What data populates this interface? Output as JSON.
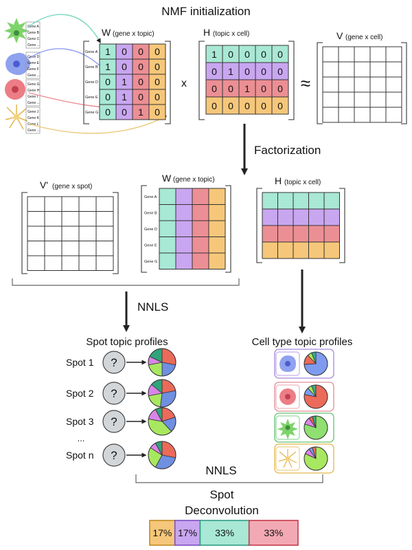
{
  "title": "NMF initialization",
  "colors": {
    "topic1": "#a8e8d4",
    "topic2": "#c9a6f0",
    "topic3": "#ec8f94",
    "topic4": "#f6c77a",
    "frame": "#555555",
    "arrow": "#222222",
    "node": "#d3d6d9",
    "cell_green": "#8fd07a",
    "cell_blue": "#6f7fe0",
    "cell_pink": "#ec8080",
    "cell_yellow": "#f0c860"
  },
  "top_cells": {
    "icons": [
      "green-spiky-cell-icon",
      "blue-round-cell-icon",
      "pink-round-cell-icon",
      "yellow-neuron-cell-icon"
    ],
    "gene_groups": [
      [
        "Gene A",
        "Gene B",
        "Gene C",
        "Gene ..."
      ],
      [
        "Gene D",
        "Gene E",
        "Gene F",
        "Gene ..."
      ],
      [
        "Gene G",
        "Gene H",
        "Gene I",
        "Gene ..."
      ],
      [
        "Gene J",
        "Gene K",
        "Gene L",
        "Gene ..."
      ]
    ],
    "gene_colors": [
      "#3aaa8a",
      "#3f57c9",
      "#d84a5a",
      "#d8a43a"
    ]
  },
  "w_init": {
    "label": "W",
    "sublabel": "(gene x topic)",
    "row_labels": [
      "Gene A",
      "Gene B",
      "Gene D",
      "Gene E",
      "Gene G"
    ],
    "row_label_colors": [
      "#3aaa8a",
      "#3aaa8a",
      "#3f57c9",
      "#3f57c9",
      "#d84a5a"
    ],
    "values": [
      [
        "1",
        "0",
        "0",
        "0"
      ],
      [
        "1",
        "0",
        "0",
        "0"
      ],
      [
        "0",
        "1",
        "0",
        "0"
      ],
      [
        "0",
        "1",
        "0",
        "0"
      ],
      [
        "0",
        "0",
        "1",
        "0"
      ]
    ]
  },
  "times_sign": "x",
  "h_init": {
    "label": "H",
    "sublabel": "(topic x cell)",
    "values": [
      [
        "1",
        "0",
        "0",
        "0",
        "0"
      ],
      [
        "0",
        "1",
        "0",
        "0",
        "0"
      ],
      [
        "0",
        "0",
        "1",
        "0",
        "0"
      ],
      [
        "0",
        "0",
        "0",
        "0",
        "0"
      ]
    ]
  },
  "approx_sign": "≈",
  "v_init": {
    "label": "V",
    "sublabel": "(gene x cell)",
    "rows": 5,
    "cols": 5
  },
  "factorization_label": "Factorization",
  "v_prime": {
    "label": "V'",
    "sublabel": "(gene x spot)",
    "rows": 5,
    "cols": 5
  },
  "w_fact": {
    "label": "W",
    "sublabel": "(gene x topic)",
    "row_labels": [
      "Gene A",
      "Gene B",
      "Gene D",
      "Gene E",
      "Gene G"
    ],
    "row_label_colors": [
      "#3aaa8a",
      "#3aaa8a",
      "#3f57c9",
      "#3f57c9",
      "#d84a5a"
    ]
  },
  "h_fact": {
    "label": "H",
    "sublabel": "(topic x cell)",
    "rows": 4,
    "cols": 5
  },
  "nnls_label": "NNLS",
  "spot_profiles": {
    "title": "Spot topic profiles",
    "unknown_symbol": "?",
    "ellipsis": "...",
    "spots": [
      {
        "label": "Spot 1",
        "pie": [
          28,
          22,
          22,
          10,
          18
        ]
      },
      {
        "label": "Spot 2",
        "pie": [
          22,
          30,
          20,
          14,
          14
        ]
      },
      {
        "label": "Spot 3",
        "pie": [
          20,
          18,
          40,
          14,
          8
        ]
      },
      {
        "label": "Spot n",
        "pie": [
          28,
          30,
          26,
          8,
          8
        ]
      }
    ],
    "pie_colors": [
      "#ec6a5a",
      "#6f8fe0",
      "#a8e860",
      "#d985e8",
      "#2fa37a"
    ]
  },
  "celltype_profiles": {
    "title": "Cell type topic profiles",
    "types": [
      {
        "icon": "blue-round-cell-icon",
        "border": "#b79ce6",
        "pie": [
          74,
          14,
          6,
          6
        ],
        "pie_colors": [
          "#7f9bef",
          "#ec6a5a",
          "#a8e860",
          "#3aaa8a"
        ]
      },
      {
        "icon": "pink-round-cell-icon",
        "border": "#e8a0a8",
        "pie": [
          78,
          10,
          6,
          6
        ],
        "pie_colors": [
          "#ec6a5a",
          "#7f9bef",
          "#a8e860",
          "#3aaa8a"
        ]
      },
      {
        "icon": "green-spiky-cell-icon",
        "border": "#7ccf8c",
        "pie": [
          80,
          10,
          5,
          5
        ],
        "pie_colors": [
          "#8fe070",
          "#d985e8",
          "#ec6a5a",
          "#3aaa8a"
        ]
      },
      {
        "icon": "yellow-neuron-cell-icon",
        "border": "#e8c46a",
        "pie": [
          82,
          8,
          5,
          5
        ],
        "pie_colors": [
          "#a8e860",
          "#d985e8",
          "#7f9bef",
          "#ec6a5a"
        ]
      }
    ]
  },
  "bottom_nnls_label": "NNLS",
  "deconvolution": {
    "line1": "Spot",
    "line2": "Deconvolution",
    "segments": [
      {
        "label": "17%",
        "fraction": 0.17,
        "fill": "#f6c77a",
        "border": "#c28a20"
      },
      {
        "label": "17%",
        "fraction": 0.17,
        "fill": "#c9a6f0",
        "border": "#7b4fc2"
      },
      {
        "label": "33%",
        "fraction": 0.33,
        "fill": "#a8e8d4",
        "border": "#2f9c84"
      },
      {
        "label": "33%",
        "fraction": 0.33,
        "fill": "#f3a9b4",
        "border": "#c23a4a"
      }
    ]
  }
}
